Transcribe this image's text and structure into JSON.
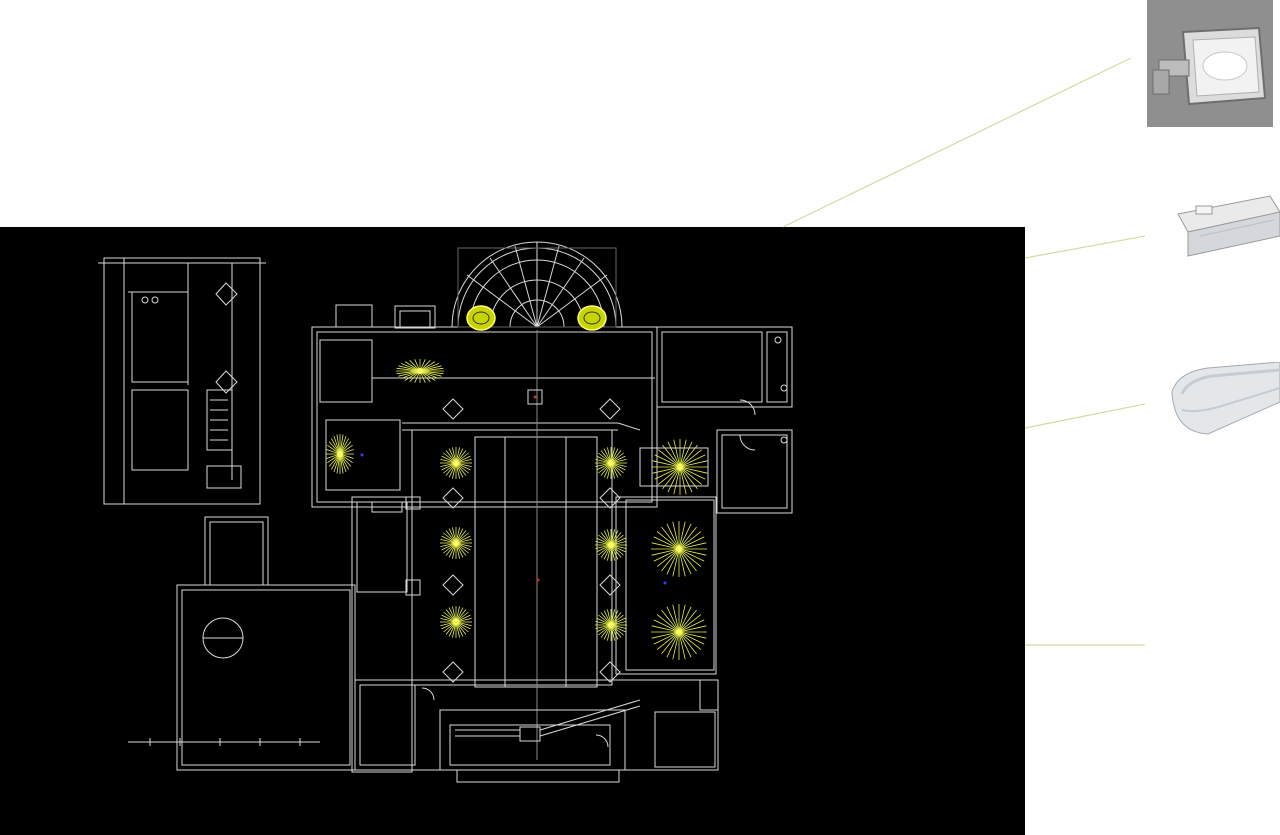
{
  "colors": {
    "page_background": "#ffffff",
    "plan_background": "#000000",
    "plan_lines": "#d8d8d8",
    "light_symbol": "#e6f24a",
    "light_center": "#ffff66",
    "leader_lines": "#d8d8a0",
    "accent_red": "#c0392b",
    "accent_blue": "#3a3aff"
  },
  "luminaire_catalog": [
    {
      "name": "floodlight",
      "icon": "floodlight-icon"
    },
    {
      "name": "batten",
      "icon": "batten-luminaire-icon"
    },
    {
      "name": "diffuser",
      "icon": "diffuser-luminaire-icon"
    }
  ],
  "plan": {
    "rooms_note": "",
    "ceiling_lights": 6,
    "nave_lights": 6,
    "large_burst_lights": 3,
    "apse_fittings": 2
  }
}
